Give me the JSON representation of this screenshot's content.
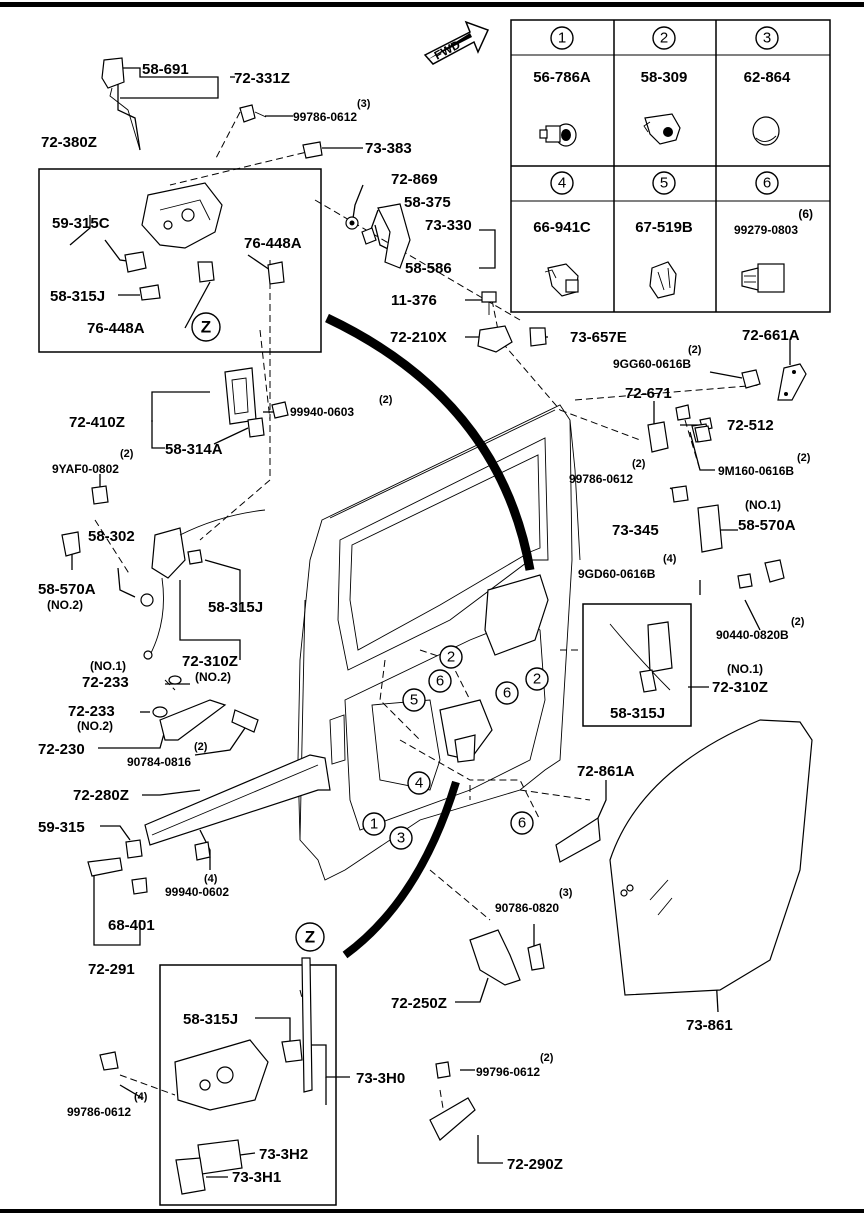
{
  "fwd": "FWD",
  "legend": [
    {
      "num": "1",
      "part": "56-786A",
      "qty": ""
    },
    {
      "num": "2",
      "part": "58-309",
      "qty": ""
    },
    {
      "num": "3",
      "part": "62-864",
      "qty": ""
    },
    {
      "num": "4",
      "part": "66-941C",
      "qty": ""
    },
    {
      "num": "5",
      "part": "67-519B",
      "qty": ""
    },
    {
      "num": "6",
      "part": "99279-0803",
      "qty": "(6)"
    }
  ],
  "labels": {
    "p58_691": "58-691",
    "p72_331Z": "72-331Z",
    "p99786_0612_a": "99786-0612",
    "q3_a": "(3)",
    "p72_380Z": "72-380Z",
    "p73_383": "73-383",
    "p72_869": "72-869",
    "p58_375": "58-375",
    "p73_330": "73-330",
    "p58_586": "58-586",
    "p59_315C": "59-315C",
    "p76_448A_a": "76-448A",
    "p58_315J_a": "58-315J",
    "p76_448A_b": "76-448A",
    "z_a": "Z",
    "p11_376": "11-376",
    "p72_210X": "72-210X",
    "p73_657E": "73-657E",
    "p72_661A": "72-661A",
    "q2_a": "(2)",
    "p9GG60_0616B": "9GG60-0616B",
    "p72_671": "72-671",
    "p72_512": "72-512",
    "q2_b": "(2)",
    "p9M160_0616B": "9M160-0616B",
    "q2_c": "(2)",
    "p99786_0612_b": "99786-0612",
    "p72_410Z": "72-410Z",
    "q2_d": "(2)",
    "p99940_0603": "99940-0603",
    "p58_314A": "58-314A",
    "q2_e": "(2)",
    "p9YAF0_0802": "9YAF0-0802",
    "p73_345": "73-345",
    "no1_a": "(NO.1)",
    "p58_570A_a": "58-570A",
    "q4_a": "(4)",
    "p9GD60_0616B": "9GD60-0616B",
    "p58_302": "58-302",
    "p58_570A_b": "58-570A",
    "no2_a": "(NO.2)",
    "p58_315J_b": "58-315J",
    "q2_f": "(2)",
    "p90440_0820B": "90440-0820B",
    "p72_310Z_a": "72-310Z",
    "no2_b": "(NO.2)",
    "no1_b": "(NO.1)",
    "p72_310Z_b": "72-310Z",
    "p58_315J_c": "58-315J",
    "no1_c": "(NO.1)",
    "p72_233_a": "72-233",
    "p72_233_b": "72-233",
    "no2_c": "(NO.2)",
    "p72_230": "72-230",
    "q2_g": "(2)",
    "p90784_0816": "90784-0816",
    "p72_280Z": "72-280Z",
    "p72_861A": "72-861A",
    "p59_315": "59-315",
    "q4_b": "(4)",
    "p99940_0602": "99940-0602",
    "p68_401": "68-401",
    "p72_291": "72-291",
    "q3_b": "(3)",
    "p90786_0820": "90786-0820",
    "z_b": "Z",
    "p72_250Z": "72-250Z",
    "p73_861": "73-861",
    "p58_315J_d": "58-315J",
    "p73_3H0": "73-3H0",
    "q2_h": "(2)",
    "p99796_0612": "99796-0612",
    "q4_c": "(4)",
    "p99786_0612_c": "99786-0612",
    "p73_3H2": "73-3H2",
    "p72_290Z": "72-290Z",
    "p73_3H1": "73-3H1"
  },
  "callouts": [
    "2",
    "6",
    "5",
    "6",
    "2",
    "4",
    "1",
    "3",
    "6"
  ]
}
